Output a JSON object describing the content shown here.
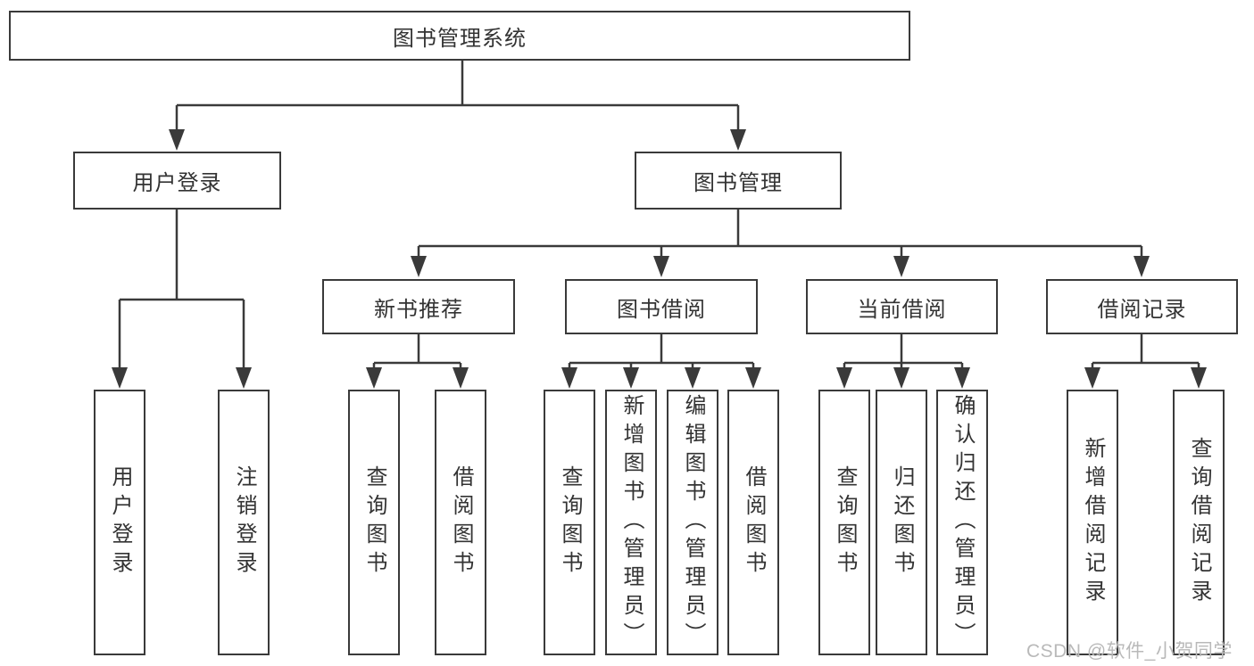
{
  "nodes": {
    "root": {
      "label": "图书管理系统"
    },
    "level1": {
      "user_login": {
        "label": "用户登录"
      },
      "book_management": {
        "label": "图书管理"
      }
    },
    "level2": {
      "new_book_recommend": {
        "label": "新书推荐"
      },
      "book_borrowing": {
        "label": "图书借阅"
      },
      "current_borrowing": {
        "label": "当前借阅"
      },
      "borrowing_records": {
        "label": "借阅记录"
      }
    },
    "leaves": {
      "user_login": {
        "label": "用户登录"
      },
      "logout": {
        "label": "注销登录"
      },
      "query_books_recommend": {
        "label": "查询图书"
      },
      "borrow_books_recommend": {
        "label": "借阅图书"
      },
      "query_books_borrowing": {
        "label": "查询图书"
      },
      "add_books_admin": {
        "label": "新增图书（管理员）"
      },
      "edit_books_admin": {
        "label": "编辑图书（管理员）"
      },
      "borrow_books_borrowing": {
        "label": "借阅图书"
      },
      "query_books_current": {
        "label": "查询图书"
      },
      "return_books": {
        "label": "归还图书"
      },
      "confirm_return_admin": {
        "label": "确认归还（管理员）"
      },
      "add_borrow_record": {
        "label": "新增借阅记录"
      },
      "query_borrow_record": {
        "label": "查询借阅记录"
      }
    }
  },
  "watermark": {
    "text": "CSDN @软件_小贺同学"
  },
  "colors": {
    "line": "#3a3a3a",
    "text": "#333333",
    "watermark": "#b9b9b9",
    "background": "#ffffff"
  }
}
